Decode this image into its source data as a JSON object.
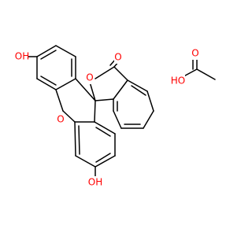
{
  "molecules": [
    {
      "labels": [
        {
          "id": "oh1",
          "text": "OH",
          "color": "#ff0000"
        },
        {
          "id": "o_xanthene",
          "text": "O",
          "color": "#ff0000"
        },
        {
          "id": "oh2",
          "text": "OH",
          "color": "#ff0000"
        },
        {
          "id": "o_lactone",
          "text": "O",
          "color": "#ff0000"
        },
        {
          "id": "o_carbonyl",
          "text": "O",
          "color": "#ff0000"
        }
      ]
    },
    {
      "labels": [
        {
          "id": "o_acid_carbonyl",
          "text": "O",
          "color": "#ff0000"
        },
        {
          "id": "ho_acid",
          "text": "HO",
          "color": "#ff0000"
        }
      ]
    }
  ]
}
